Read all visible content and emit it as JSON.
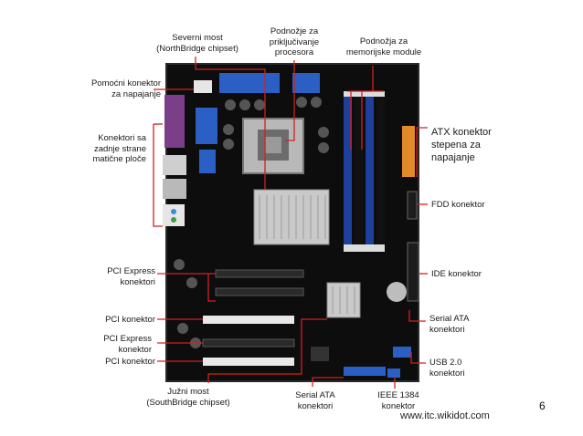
{
  "labels": {
    "northbridge": [
      "Severni most",
      "(NorthBridge chipset)"
    ],
    "cpu_socket": [
      "Podnožje za",
      "priključivanje",
      "procesora"
    ],
    "memory_sockets": [
      "Podnožja za",
      "memorijske module"
    ],
    "aux_power": [
      "Pomoćni konektor",
      "za napajanje"
    ],
    "rear_connectors": [
      "Konektori sa",
      "zadnje strane",
      "matične ploče"
    ],
    "atx_power": [
      "ATX konektor",
      "stepena za",
      "napajanje"
    ],
    "fdd": [
      "FDD konektor"
    ],
    "ide": [
      "IDE konektor"
    ],
    "pci_express_1": [
      "PCI Express",
      "konektori"
    ],
    "pci_1": [
      "PCI konektor"
    ],
    "pci_express_2": [
      "PCI Express",
      "konektor"
    ],
    "pci_2": [
      "PCI konektor"
    ],
    "serial_ata_right": [
      "Serial ATA",
      "konektori"
    ],
    "usb": [
      "USB 2.0",
      "konektori"
    ],
    "southbridge": [
      "Južni most",
      "(SouthBridge chipset)"
    ],
    "serial_ata_bottom": [
      "Serial ATA",
      "konektori"
    ],
    "ieee1394": [
      "IEEE 1384",
      "konektor"
    ]
  },
  "footer_url": "www.itc.wikidot.com",
  "slide_number": "6",
  "colors": {
    "board": "#0d0d0d",
    "callout_line": "#d42020",
    "dimm_slot": "#1e3f9c",
    "heatsink": "#c9c9c9",
    "text": "#1a1a1a"
  }
}
